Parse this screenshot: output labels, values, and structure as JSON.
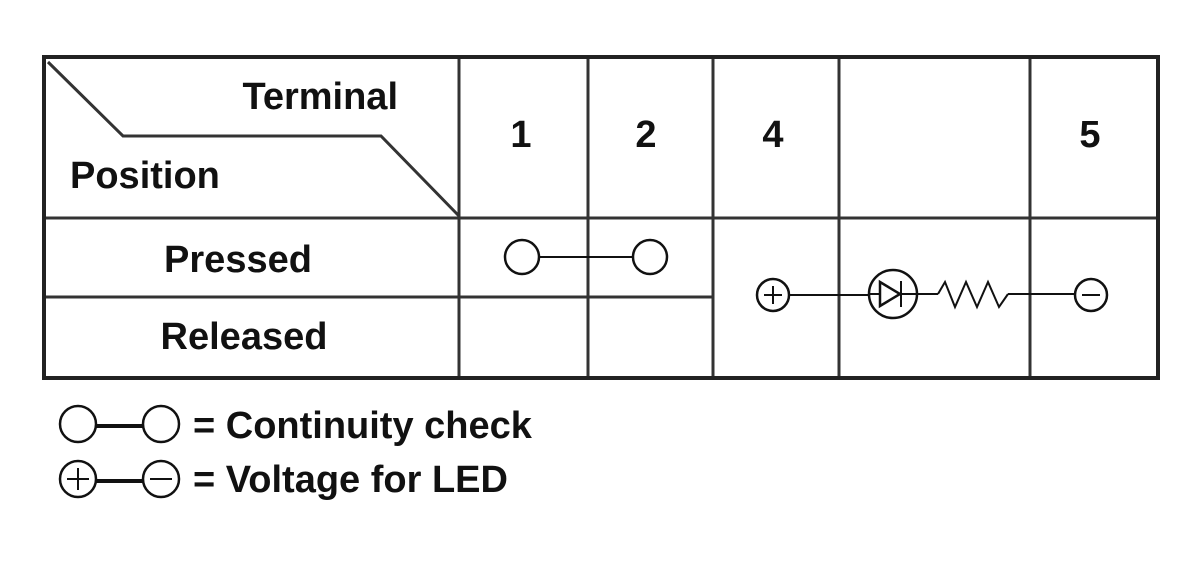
{
  "table": {
    "header_terminal": "Terminal",
    "header_position": "Position",
    "terminals": [
      "1",
      "2",
      "4",
      "",
      "5"
    ],
    "rows": [
      {
        "label": "Pressed"
      },
      {
        "label": "Released"
      }
    ],
    "connections": [
      {
        "kind": "continuity",
        "row": "Pressed",
        "terminals": [
          "1",
          "2"
        ]
      },
      {
        "kind": "led-voltage",
        "rows": [
          "Pressed",
          "Released"
        ],
        "terminals": [
          "4",
          "5"
        ]
      }
    ]
  },
  "legend": {
    "continuity": "= Continuity check",
    "voltage": "= Voltage for LED"
  },
  "icons": [
    "open-circle-icon",
    "plus-circle-icon",
    "minus-circle-icon",
    "diode-icon",
    "resistor-icon"
  ]
}
